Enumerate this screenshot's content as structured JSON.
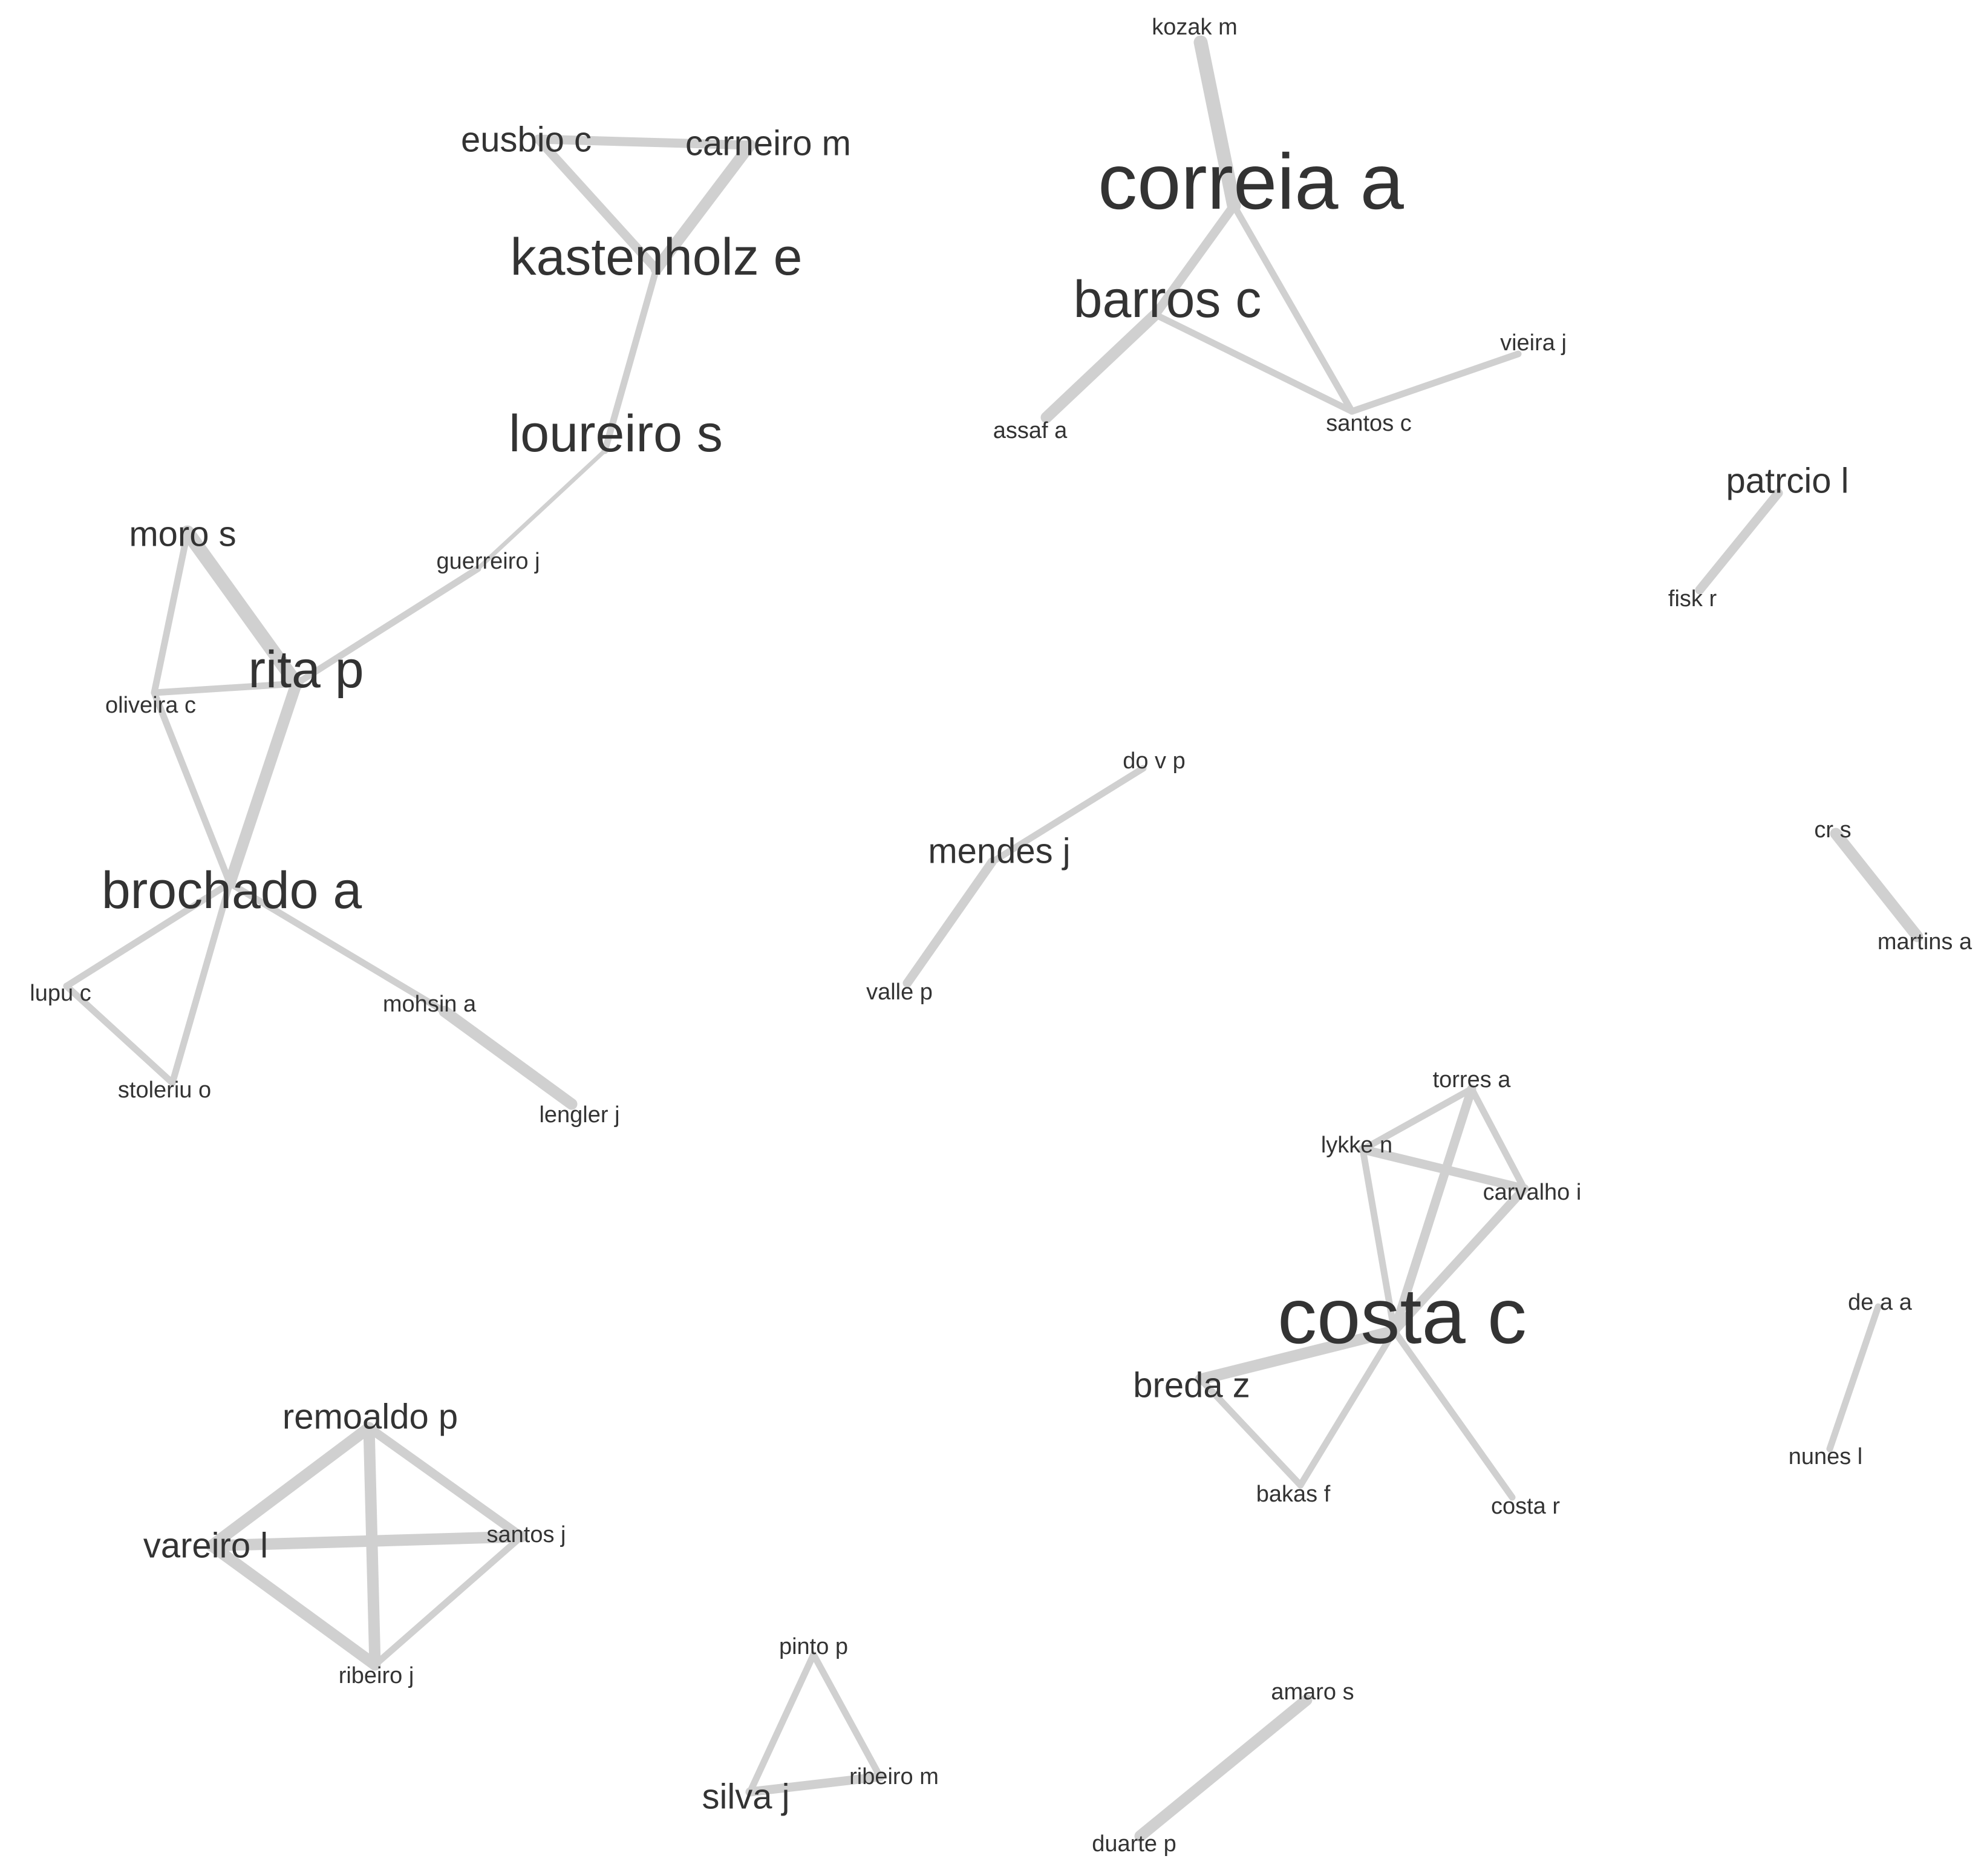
{
  "nodes": [
    {
      "id": "kozak",
      "label": "kozak m",
      "size": "small"
    },
    {
      "id": "correia",
      "label": "correia a",
      "size": "xlarge"
    },
    {
      "id": "barros",
      "label": "barros c",
      "size": "large"
    },
    {
      "id": "vieira",
      "label": "vieira j",
      "size": "small"
    },
    {
      "id": "assaf",
      "label": "assaf a",
      "size": "small"
    },
    {
      "id": "santosc",
      "label": "santos c",
      "size": "small"
    },
    {
      "id": "eusbio",
      "label": "eusbio c",
      "size": "medium"
    },
    {
      "id": "carneiro",
      "label": "carneiro m",
      "size": "medium"
    },
    {
      "id": "kastenholz",
      "label": "kastenholz e",
      "size": "large"
    },
    {
      "id": "loureiro",
      "label": "loureiro s",
      "size": "large"
    },
    {
      "id": "guerreiro",
      "label": "guerreiro j",
      "size": "small"
    },
    {
      "id": "moro",
      "label": "moro s",
      "size": "medium"
    },
    {
      "id": "rita",
      "label": "rita p",
      "size": "large"
    },
    {
      "id": "oliveira",
      "label": "oliveira c",
      "size": "small"
    },
    {
      "id": "brochado",
      "label": "brochado a",
      "size": "large"
    },
    {
      "id": "lupu",
      "label": "lupu c",
      "size": "small"
    },
    {
      "id": "stoleriu",
      "label": "stoleriu o",
      "size": "small"
    },
    {
      "id": "mohsin",
      "label": "mohsin a",
      "size": "small"
    },
    {
      "id": "lengler",
      "label": "lengler j",
      "size": "small"
    },
    {
      "id": "patrcio",
      "label": "patrcio l",
      "size": "medium"
    },
    {
      "id": "fisk",
      "label": "fisk r",
      "size": "small"
    },
    {
      "id": "dov",
      "label": "do v p",
      "size": "small"
    },
    {
      "id": "mendes",
      "label": "mendes j",
      "size": "medium"
    },
    {
      "id": "valle",
      "label": "valle p",
      "size": "small"
    },
    {
      "id": "crs",
      "label": "cr s",
      "size": "small"
    },
    {
      "id": "martins",
      "label": "martins a",
      "size": "small"
    },
    {
      "id": "torres",
      "label": "torres a",
      "size": "small"
    },
    {
      "id": "lykke",
      "label": "lykke n",
      "size": "small"
    },
    {
      "id": "carvalho",
      "label": "carvalho i",
      "size": "small"
    },
    {
      "id": "costac",
      "label": "costa c",
      "size": "xlarge"
    },
    {
      "id": "breda",
      "label": "breda z",
      "size": "medium"
    },
    {
      "id": "bakas",
      "label": "bakas f",
      "size": "small"
    },
    {
      "id": "costar",
      "label": "costa r",
      "size": "small"
    },
    {
      "id": "deaa",
      "label": "de a a",
      "size": "small"
    },
    {
      "id": "nunes",
      "label": "nunes l",
      "size": "small"
    },
    {
      "id": "remoaldo",
      "label": "remoaldo p",
      "size": "medium"
    },
    {
      "id": "vareiro",
      "label": "vareiro l",
      "size": "medium"
    },
    {
      "id": "santosj",
      "label": "santos j",
      "size": "small"
    },
    {
      "id": "ribeiroj",
      "label": "ribeiro j",
      "size": "small"
    },
    {
      "id": "pinto",
      "label": "pinto p",
      "size": "small"
    },
    {
      "id": "silva",
      "label": "silva j",
      "size": "medium"
    },
    {
      "id": "ribeirom",
      "label": "ribeiro m",
      "size": "small"
    },
    {
      "id": "amaro",
      "label": "amaro s",
      "size": "small"
    },
    {
      "id": "duarte",
      "label": "duarte p",
      "size": "small"
    }
  ],
  "edges": [
    {
      "source": "kozak",
      "target": "correia",
      "weight": 5
    },
    {
      "source": "correia",
      "target": "barros",
      "weight": 3
    },
    {
      "source": "correia",
      "target": "santosc",
      "weight": 2
    },
    {
      "source": "barros",
      "target": "assaf",
      "weight": 4
    },
    {
      "source": "barros",
      "target": "santosc",
      "weight": 2
    },
    {
      "source": "santosc",
      "target": "vieira",
      "weight": 2
    },
    {
      "source": "eusbio",
      "target": "carneiro",
      "weight": 3
    },
    {
      "source": "eusbio",
      "target": "kastenholz",
      "weight": 3
    },
    {
      "source": "carneiro",
      "target": "kastenholz",
      "weight": 4
    },
    {
      "source": "kastenholz",
      "target": "loureiro",
      "weight": 2
    },
    {
      "source": "loureiro",
      "target": "guerreiro",
      "weight": 1
    },
    {
      "source": "guerreiro",
      "target": "rita",
      "weight": 2
    },
    {
      "source": "moro",
      "target": "rita",
      "weight": 5
    },
    {
      "source": "moro",
      "target": "oliveira",
      "weight": 2
    },
    {
      "source": "oliveira",
      "target": "rita",
      "weight": 2
    },
    {
      "source": "oliveira",
      "target": "brochado",
      "weight": 2
    },
    {
      "source": "rita",
      "target": "brochado",
      "weight": 4
    },
    {
      "source": "brochado",
      "target": "lupu",
      "weight": 2
    },
    {
      "source": "brochado",
      "target": "stoleriu",
      "weight": 2
    },
    {
      "source": "lupu",
      "target": "stoleriu",
      "weight": 2
    },
    {
      "source": "brochado",
      "target": "mohsin",
      "weight": 2
    },
    {
      "source": "mohsin",
      "target": "lengler",
      "weight": 4
    },
    {
      "source": "patrcio",
      "target": "fisk",
      "weight": 3
    },
    {
      "source": "dov",
      "target": "mendes",
      "weight": 2
    },
    {
      "source": "mendes",
      "target": "valle",
      "weight": 3
    },
    {
      "source": "crs",
      "target": "martins",
      "weight": 4
    },
    {
      "source": "torres",
      "target": "lykke",
      "weight": 2
    },
    {
      "source": "torres",
      "target": "carvalho",
      "weight": 2
    },
    {
      "source": "lykke",
      "target": "carvalho",
      "weight": 3
    },
    {
      "source": "torres",
      "target": "costac",
      "weight": 3
    },
    {
      "source": "lykke",
      "target": "costac",
      "weight": 2
    },
    {
      "source": "carvalho",
      "target": "costac",
      "weight": 3
    },
    {
      "source": "costac",
      "target": "breda",
      "weight": 4
    },
    {
      "source": "costac",
      "target": "bakas",
      "weight": 2
    },
    {
      "source": "breda",
      "target": "bakas",
      "weight": 2
    },
    {
      "source": "costac",
      "target": "costar",
      "weight": 2
    },
    {
      "source": "deaa",
      "target": "nunes",
      "weight": 2
    },
    {
      "source": "remoaldo",
      "target": "vareiro",
      "weight": 4
    },
    {
      "source": "remoaldo",
      "target": "santosj",
      "weight": 3
    },
    {
      "source": "remoaldo",
      "target": "ribeiroj",
      "weight": 4
    },
    {
      "source": "vareiro",
      "target": "santosj",
      "weight": 4
    },
    {
      "source": "vareiro",
      "target": "ribeiroj",
      "weight": 4
    },
    {
      "source": "santosj",
      "target": "ribeiroj",
      "weight": 2
    },
    {
      "source": "pinto",
      "target": "silva",
      "weight": 2
    },
    {
      "source": "pinto",
      "target": "ribeirom",
      "weight": 2
    },
    {
      "source": "silva",
      "target": "ribeirom",
      "weight": 3
    },
    {
      "source": "amaro",
      "target": "duarte",
      "weight": 4
    }
  ]
}
